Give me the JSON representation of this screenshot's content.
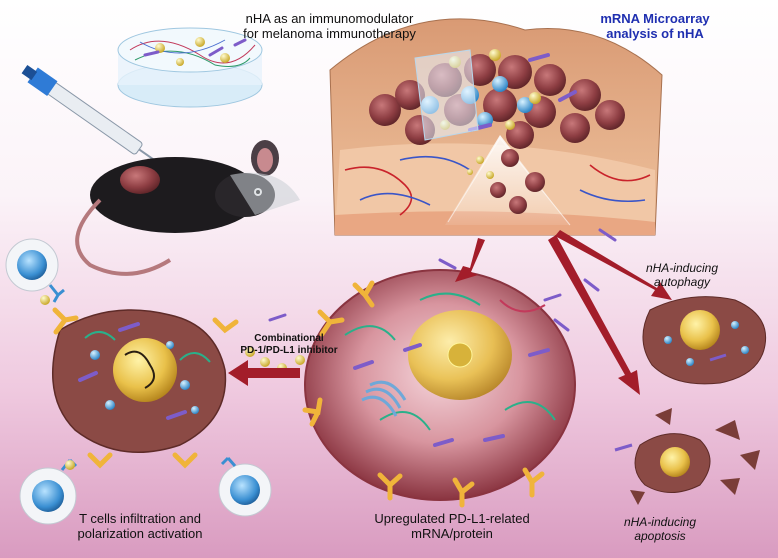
{
  "labels": {
    "title_line1": "nHA as an immunomodulator",
    "title_line2": "for melanoma immunotherapy",
    "microarray_line1": "mRNA Microarray",
    "microarray_line2": "analysis of nHA",
    "autophagy_line1": "nHA-inducing",
    "autophagy_line2": "autophagy",
    "apoptosis_line1": "nHA-inducing",
    "apoptosis_line2": "apoptosis",
    "inhibitor_line1": "Combinational",
    "inhibitor_line2": "PD-1/PD-L1 inhibitor",
    "tcell_line1": "T cells infiltration and",
    "tcell_line2": "polarization activation",
    "pdl1_line1": "Upregulated PD-L1-related",
    "pdl1_line2": "mRNA/protein"
  },
  "colors": {
    "arrow": "#a31d2a",
    "microarray_title": "#1f2fb0",
    "tissue_dermis": "#e7b38e",
    "tumor": "#8e3e43",
    "nucleus": "#e9c14a",
    "nanoparticle": "#e6d451",
    "t_cell": "#3a8fd2",
    "receptor": "#f0b43a",
    "rna": "#2ab08a",
    "nHA_rod": "#7d5cc9"
  },
  "icons": [
    "syringe-icon",
    "mouse-icon",
    "hydrogel-disc-icon",
    "t-cell-icon",
    "tumor-cell-icon",
    "antibody-icon",
    "nanoparticle-icon"
  ]
}
